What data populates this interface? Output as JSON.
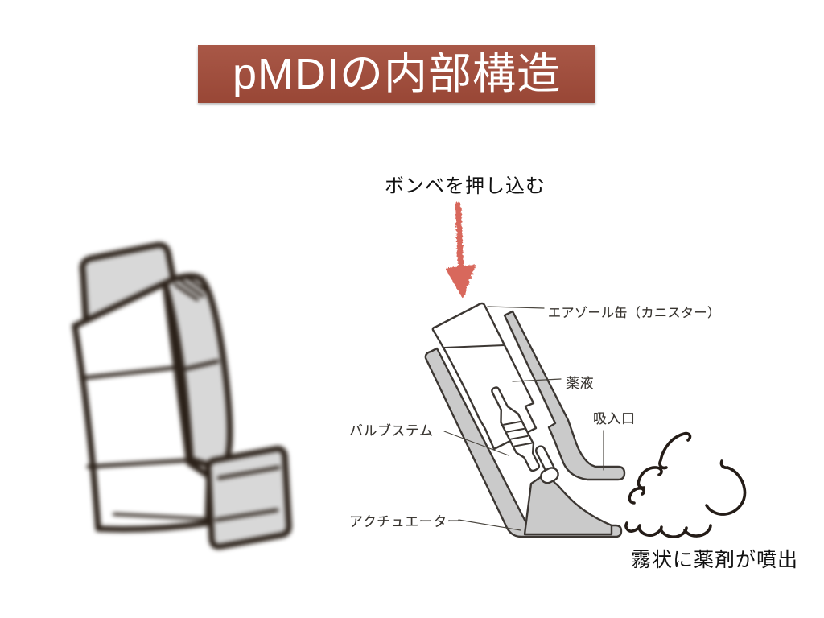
{
  "slide": {
    "title": "pMDIの内部構造",
    "push_label": "ボンベを押し込む",
    "mist_label": "霧状に薬剤が噴出"
  },
  "diagram": {
    "labels": [
      {
        "id": "aerosol-can",
        "text": "エアゾール缶（カニスター）"
      },
      {
        "id": "drug-solution",
        "text": "薬液"
      },
      {
        "id": "inhalation-port",
        "text": "吸入口"
      },
      {
        "id": "valve-stem",
        "text": "バルブステム"
      },
      {
        "id": "actuator",
        "text": "アクチュエーター"
      }
    ]
  },
  "icons": {
    "push_arrow": "down-arrow-red-crayon",
    "mist": "hand-drawn-cloud",
    "left_figure": "pmdi-inhaler-sketch-blurred",
    "center_figure": "pmdi-cross-section-diagram"
  },
  "colors": {
    "title_bg": "#A24B39",
    "title_text": "#FFFFFF",
    "arrow_red": "#D8685C",
    "diagram_line": "#3C3733",
    "diagram_gray_fill": "#CACACA",
    "label_text": "#38342F",
    "annotation_text": "#111111",
    "background": "#FFFFFF"
  }
}
